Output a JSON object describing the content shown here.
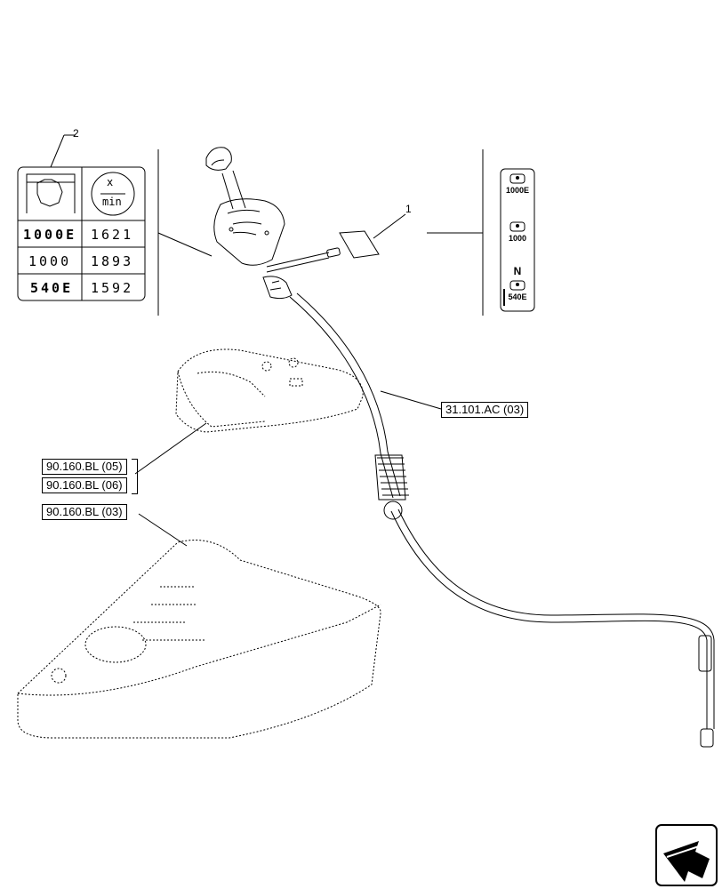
{
  "callouts": {
    "item1": "1",
    "item2": "2"
  },
  "speed_table": {
    "header_unit_top": "x",
    "header_unit_bottom": "min",
    "rows": [
      {
        "mode": "1000E",
        "rpm": "1621"
      },
      {
        "mode": "1000",
        "rpm": "1893"
      },
      {
        "mode": "540E",
        "rpm": "1592"
      }
    ]
  },
  "decal_symbols": {
    "top": "1000E",
    "middle": "1000",
    "neutral": "N",
    "bottom": "540E"
  },
  "references": {
    "cable_ref": "31.101.AC (03)",
    "console_ref_a": "90.160.BL (05)",
    "console_ref_b": "90.160.BL (06)",
    "cab_ref": "90.160.BL (03)"
  },
  "icons": {
    "nav_arrow": "next-page-arrow-icon"
  }
}
